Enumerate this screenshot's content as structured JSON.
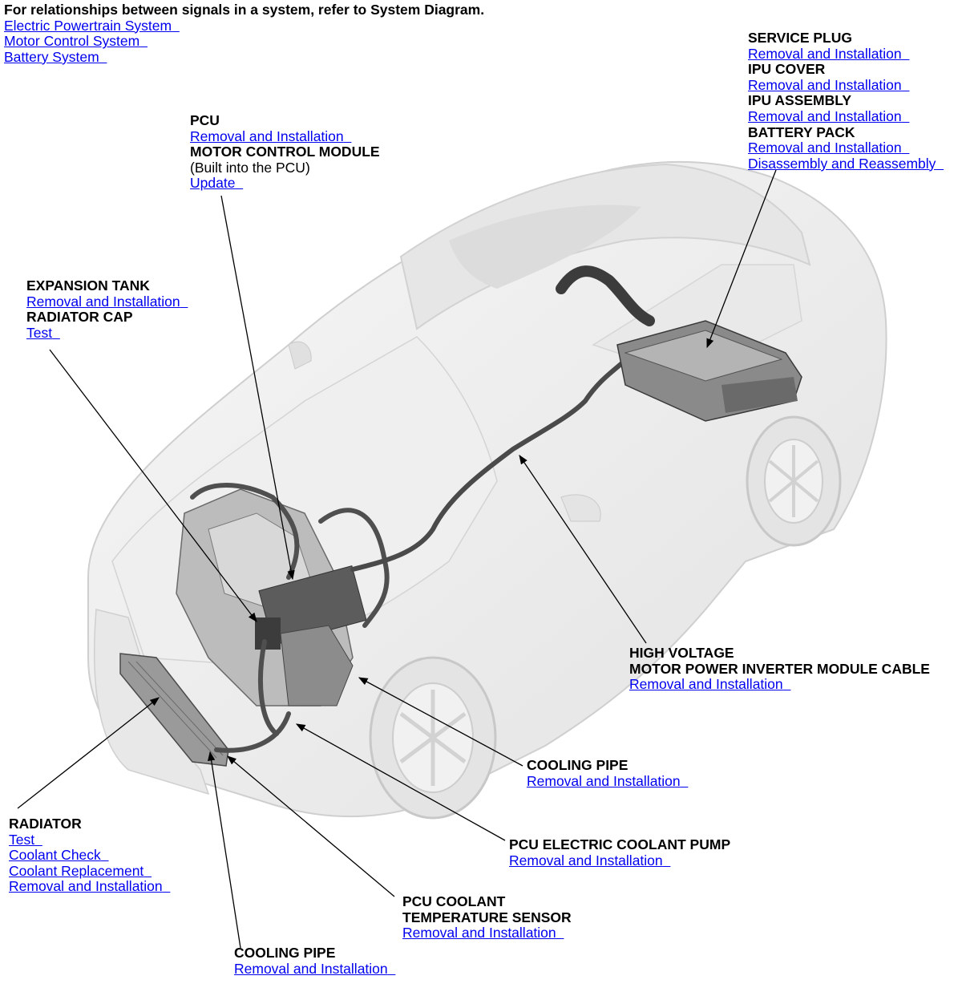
{
  "header": {
    "note": "For relationships between signals in a system, refer to System Diagram.",
    "links": [
      "Electric Powertrain System",
      "Motor Control System",
      "Battery System"
    ]
  },
  "callouts": {
    "pcu": {
      "title": "PCU",
      "link1": "Removal and Installation",
      "title2": "MOTOR CONTROL MODULE",
      "note": "(Built into the PCU)",
      "link2": "Update"
    },
    "expansion_tank": {
      "title": "EXPANSION TANK",
      "link1": "Removal and Installation",
      "title2": "RADIATOR CAP",
      "link2": "Test"
    },
    "service_plug": {
      "title": "SERVICE PLUG",
      "link1": "Removal and Installation",
      "title2": "IPU COVER",
      "link2": "Removal and Installation",
      "title3": "IPU ASSEMBLY",
      "link3": "Removal and Installation",
      "title4": "BATTERY PACK",
      "link4": "Removal and Installation",
      "link5": "Disassembly and Reassembly"
    },
    "hv_cable": {
      "title": "HIGH VOLTAGE",
      "title2": "MOTOR POWER INVERTER MODULE CABLE",
      "link1": "Removal and Installation"
    },
    "cooling_pipe_right": {
      "title": "COOLING PIPE",
      "link1": "Removal and Installation"
    },
    "coolant_pump": {
      "title": "PCU ELECTRIC COOLANT PUMP",
      "link1": "Removal and Installation"
    },
    "coolant_temp_sensor": {
      "title": "PCU COOLANT",
      "title2": "TEMPERATURE SENSOR",
      "link1": "Removal and Installation"
    },
    "cooling_pipe_bottom": {
      "title": "COOLING PIPE",
      "link1": "Removal and Installation"
    },
    "radiator": {
      "title": "RADIATOR",
      "link1": "Test",
      "link2": "Coolant Check",
      "link3": "Coolant Replacement",
      "link4": "Removal and Installation"
    }
  },
  "colors": {
    "link": "#0000ee",
    "text": "#000000",
    "car_body": "#eeeeee",
    "components": "#555555"
  },
  "icons": [
    "vehicle-illustration",
    "leader-line-arrow"
  ]
}
